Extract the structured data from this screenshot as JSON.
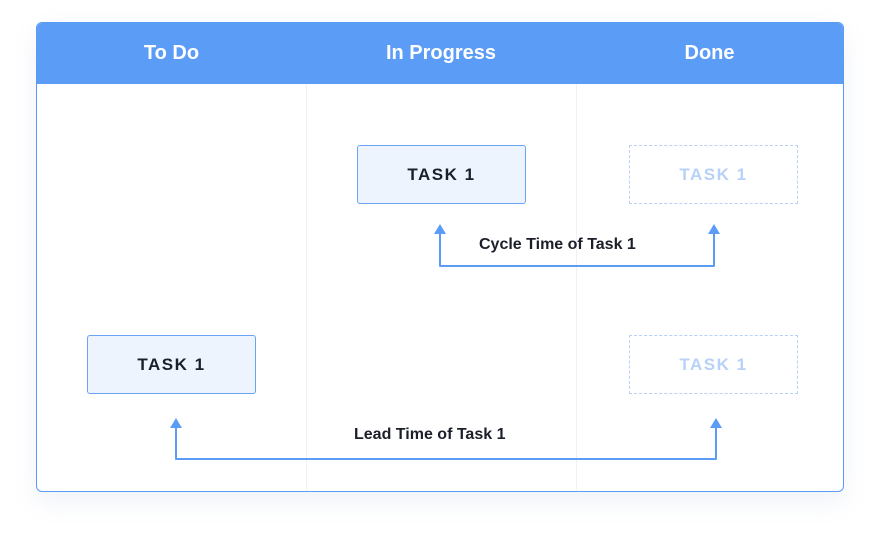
{
  "columns": [
    {
      "title": "To Do"
    },
    {
      "title": "In Progress"
    },
    {
      "title": "Done"
    }
  ],
  "tasks": {
    "in_progress_task": "TASK 1",
    "done_task_top": "TASK 1",
    "todo_task": "TASK 1",
    "done_task_bottom": "TASK 1"
  },
  "labels": {
    "cycle_time": "Cycle Time of Task 1",
    "lead_time": "Lead Time of Task 1"
  },
  "colors": {
    "accent": "#5b9cf7",
    "task_fill": "#eef4fd",
    "ghost": "#b7d1f8",
    "text": "#1b1f29"
  }
}
